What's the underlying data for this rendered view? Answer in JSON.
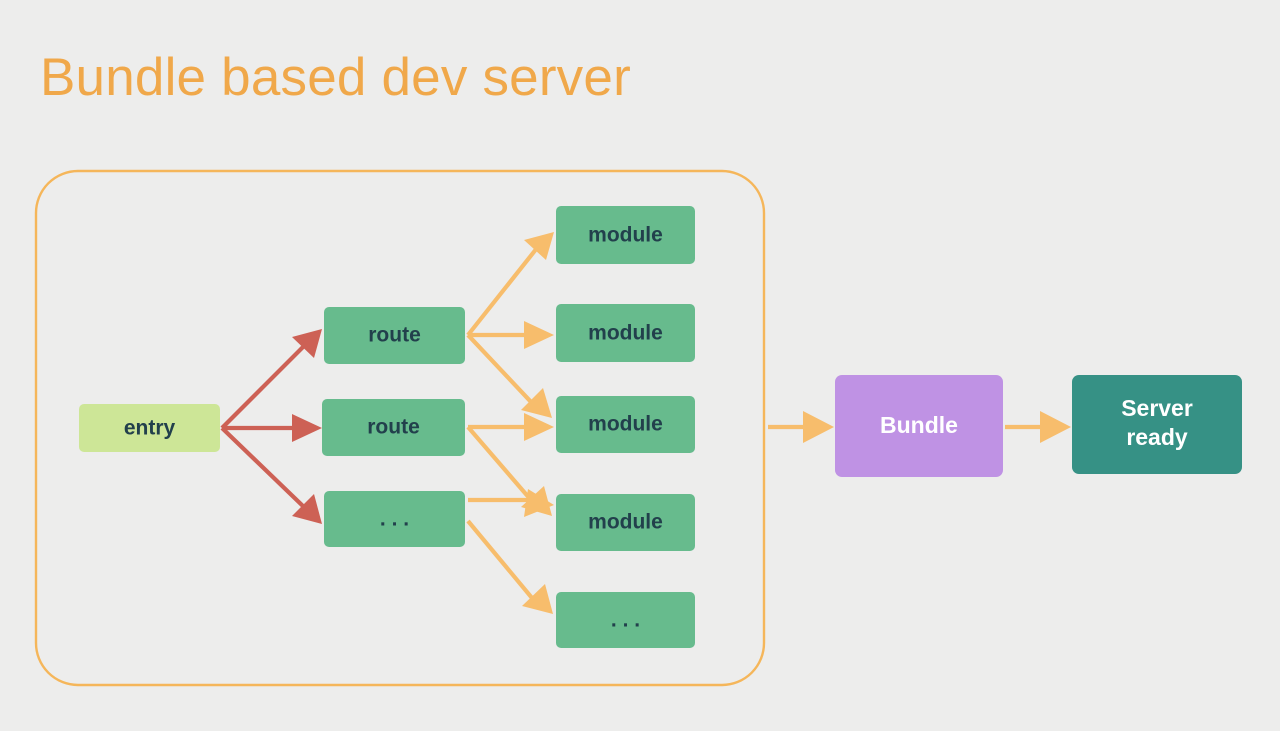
{
  "page": {
    "title": "Bundle based dev server",
    "background_color": "#ededec",
    "title_color": "#f0a84a"
  },
  "palette": {
    "entry_fill": "#cde697",
    "node_fill": "#67bb8d",
    "bundle_fill": "#bf92e4",
    "server_fill": "#369185",
    "frame_stroke": "#f5b65a",
    "edge_red": "#cd6155",
    "edge_orange": "#f7bd6c",
    "dark_text": "#22404c",
    "light_text": "#ffffff"
  },
  "diagram": {
    "type": "flow-diagram",
    "group_frame_label": "",
    "nodes": [
      {
        "id": "entry",
        "label": "entry",
        "fill": "#cde697",
        "text_color": "#22404c",
        "column": "entry"
      },
      {
        "id": "route1",
        "label": "route",
        "fill": "#67bb8d",
        "text_color": "#22404c",
        "column": "route"
      },
      {
        "id": "route2",
        "label": "route",
        "fill": "#67bb8d",
        "text_color": "#22404c",
        "column": "route"
      },
      {
        "id": "route3",
        "label": ". . .",
        "fill": "#67bb8d",
        "text_color": "#22404c",
        "column": "route"
      },
      {
        "id": "module1",
        "label": "module",
        "fill": "#67bb8d",
        "text_color": "#22404c",
        "column": "module"
      },
      {
        "id": "module2",
        "label": "module",
        "fill": "#67bb8d",
        "text_color": "#22404c",
        "column": "module"
      },
      {
        "id": "module3",
        "label": "module",
        "fill": "#67bb8d",
        "text_color": "#22404c",
        "column": "module"
      },
      {
        "id": "module4",
        "label": "module",
        "fill": "#67bb8d",
        "text_color": "#22404c",
        "column": "module"
      },
      {
        "id": "module5",
        "label": ". . .",
        "fill": "#67bb8d",
        "text_color": "#22404c",
        "column": "module"
      },
      {
        "id": "bundle",
        "label": "Bundle",
        "fill": "#bf92e4",
        "text_color": "#ffffff",
        "column": "output"
      },
      {
        "id": "server",
        "label_line1": "Server",
        "label_line2": "ready",
        "fill": "#369185",
        "text_color": "#ffffff",
        "column": "output"
      }
    ],
    "edges": [
      {
        "from": "entry",
        "to": "route1",
        "color": "#cd6155"
      },
      {
        "from": "entry",
        "to": "route2",
        "color": "#cd6155"
      },
      {
        "from": "entry",
        "to": "route3",
        "color": "#cd6155"
      },
      {
        "from": "route1",
        "to": "module1",
        "color": "#f7bd6c"
      },
      {
        "from": "route1",
        "to": "module2",
        "color": "#f7bd6c"
      },
      {
        "from": "route1",
        "to": "module3",
        "color": "#f7bd6c"
      },
      {
        "from": "route2",
        "to": "module3",
        "color": "#f7bd6c"
      },
      {
        "from": "route2",
        "to": "module4",
        "color": "#f7bd6c"
      },
      {
        "from": "route3",
        "to": "module4",
        "color": "#f7bd6c"
      },
      {
        "from": "route3",
        "to": "module5",
        "color": "#f7bd6c"
      },
      {
        "from": "group",
        "to": "bundle",
        "color": "#f7bd6c"
      },
      {
        "from": "bundle",
        "to": "server",
        "color": "#f7bd6c"
      }
    ]
  }
}
